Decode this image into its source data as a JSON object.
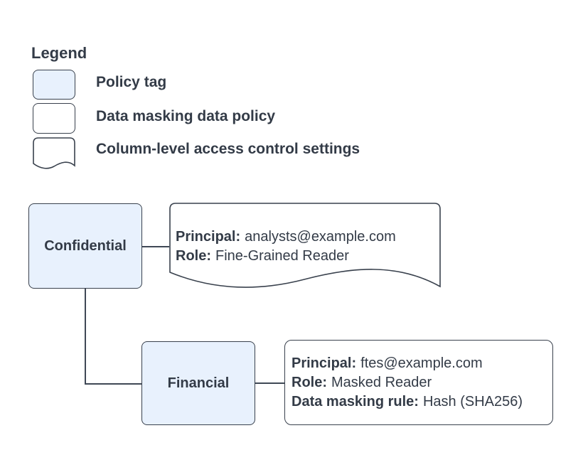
{
  "legend": {
    "title": "Legend",
    "items": [
      {
        "label": "Policy tag",
        "swatch": "policy-tag-swatch"
      },
      {
        "label": "Data masking data policy",
        "swatch": "data-policy-swatch"
      },
      {
        "label": "Column-level access control settings",
        "swatch": "document-swatch"
      }
    ]
  },
  "diagram": {
    "policy_tags": {
      "confidential": {
        "label": "Confidential"
      },
      "financial": {
        "label": "Financial"
      }
    },
    "access_settings": {
      "lines": [
        {
          "label": "Principal:",
          "value": "analysts@example.com"
        },
        {
          "label": "Role:",
          "value": "Fine-Grained Reader"
        }
      ]
    },
    "masking_policy": {
      "lines": [
        {
          "label": "Principal:",
          "value": "ftes@example.com"
        },
        {
          "label": "Role:",
          "value": "Masked Reader"
        },
        {
          "label": "Data masking rule:",
          "value": "Hash (SHA256)"
        }
      ]
    }
  },
  "colors": {
    "policy_tag_fill": "#e8f1fd",
    "shape_stroke": "#39414d",
    "text": "#333b47",
    "background": "#ffffff"
  }
}
